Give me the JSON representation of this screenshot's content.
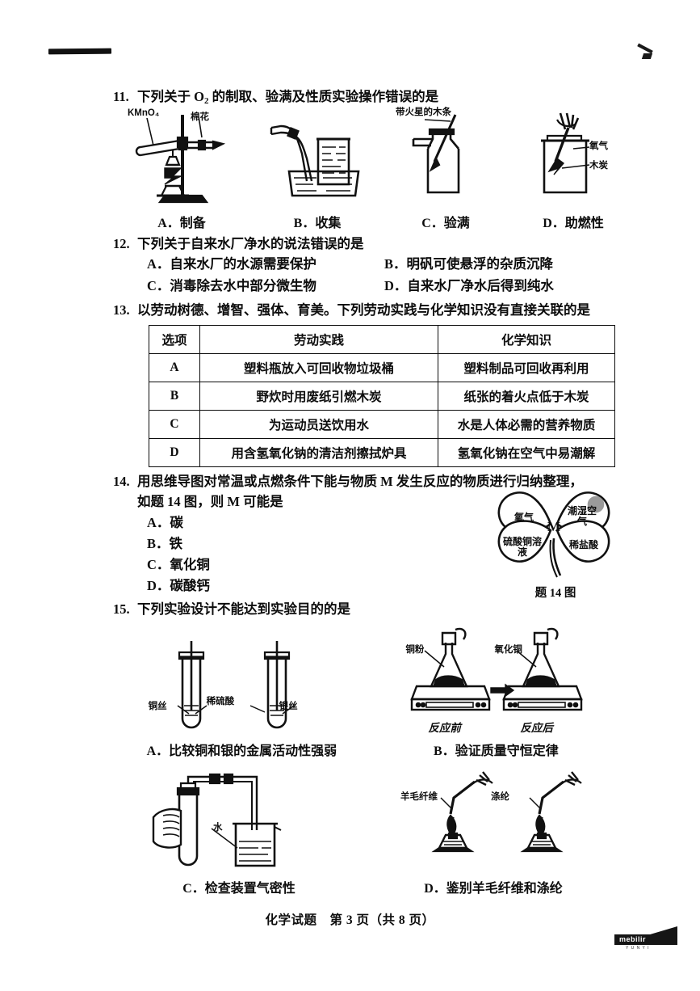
{
  "page": {
    "footer": "化学试题　第 3 页（共 8 页）",
    "watermark_text": "mebilir",
    "watermark_sub": "Y U N Y I"
  },
  "questions": [
    {
      "number": "11.",
      "stem_prefix": "下列关于 O",
      "stem_sub": "2",
      "stem_suffix": " 的制取、验满及性质实验操作错误的是",
      "figures": [
        {
          "caption": "A．制备",
          "labels": [
            "KMnO₄",
            "棉花"
          ]
        },
        {
          "caption": "B．收集",
          "labels": []
        },
        {
          "caption": "C．验满",
          "labels": [
            "带火星的木条"
          ]
        },
        {
          "caption": "D．助燃性",
          "labels": [
            "氧气",
            "木炭"
          ]
        }
      ]
    },
    {
      "number": "12.",
      "stem": "下列关于自来水厂净水的说法错误的是",
      "options": [
        {
          "label": "A．",
          "text": "自来水厂的水源需要保护"
        },
        {
          "label": "B．",
          "text": "明矾可使悬浮的杂质沉降"
        },
        {
          "label": "C．",
          "text": "消毒除去水中部分微生物"
        },
        {
          "label": "D．",
          "text": "自来水厂净水后得到纯水"
        }
      ]
    },
    {
      "number": "13.",
      "stem": "以劳动树德、增智、强体、育美。下列劳动实践与化学知识没有直接关联的是",
      "table": {
        "headers": [
          "选项",
          "劳动实践",
          "化学知识"
        ],
        "rows": [
          [
            "A",
            "塑料瓶放入可回收物垃圾桶",
            "塑料制品可回收再利用"
          ],
          [
            "B",
            "野炊时用废纸引燃木炭",
            "纸张的着火点低于木炭"
          ],
          [
            "C",
            "为运动员送饮用水",
            "水是人体必需的营养物质"
          ],
          [
            "D",
            "用含氢氧化钠的清洁剂擦拭炉具",
            "氢氧化钠在空气中易潮解"
          ]
        ]
      }
    },
    {
      "number": "14.",
      "stem_line1": "用思维导图对常温或点燃条件下能与物质 M 发生反应的物质进行归纳整理，",
      "stem_line2": "如题 14 图，则 M 可能是",
      "options": [
        {
          "label": "A．",
          "text": "碳"
        },
        {
          "label": "B．",
          "text": "铁"
        },
        {
          "label": "C．",
          "text": "氧化铜"
        },
        {
          "label": "D．",
          "text": "碳酸钙"
        }
      ],
      "mindmap": {
        "center": "M",
        "petals": [
          "氧气",
          "潮湿空气",
          "硫酸铜溶液",
          "稀盐酸"
        ],
        "caption": "题 14 图"
      }
    },
    {
      "number": "15.",
      "stem": "下列实验设计不能达到实验目的的是",
      "figures": [
        {
          "caption": "A．比较铜和银的金属活动性强弱",
          "labels": [
            "铜丝",
            "稀硫酸",
            "银丝"
          ]
        },
        {
          "caption": "B．验证质量守恒定律",
          "labels": [
            "铜粉",
            "氧化铜",
            "反应前",
            "反应后"
          ]
        },
        {
          "caption": "C．检查装置气密性",
          "labels": [
            "水"
          ]
        },
        {
          "caption": "D．鉴别羊毛纤维和涤纶",
          "labels": [
            "羊毛纤维",
            "涤纶"
          ]
        }
      ]
    }
  ]
}
